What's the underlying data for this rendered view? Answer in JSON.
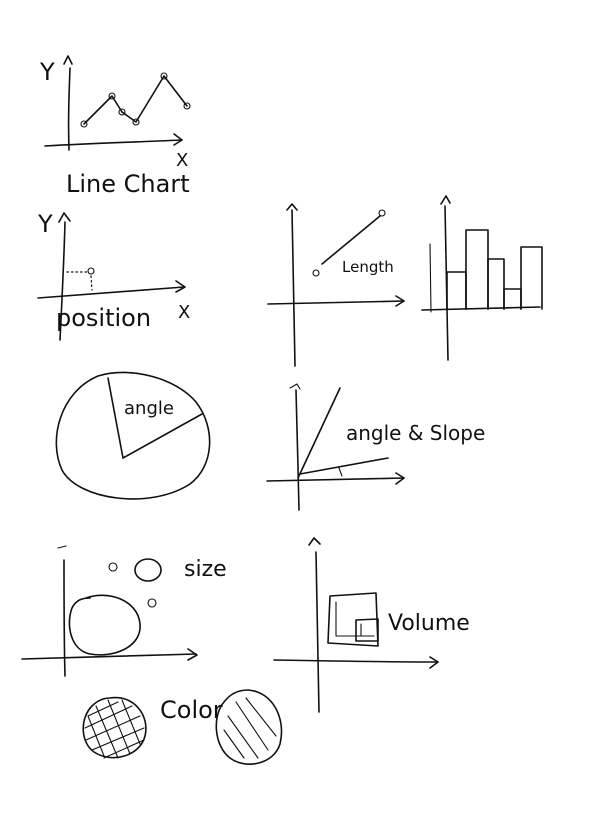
{
  "ink_color": "#111111",
  "background_color": "#ffffff",
  "line_chart": {
    "y_label": "Y",
    "x_label": "X",
    "title": "Line Chart"
  },
  "position_chart": {
    "y_label": "Y",
    "x_label": "X",
    "title": "position"
  },
  "length_chart": {
    "label": "Length"
  },
  "pie_chart": {
    "label": "angle"
  },
  "slope_chart": {
    "label": "angle & Slope"
  },
  "size_chart": {
    "label": "size"
  },
  "volume_chart": {
    "label": "Volume"
  },
  "color_swatches": {
    "label": "Color"
  }
}
